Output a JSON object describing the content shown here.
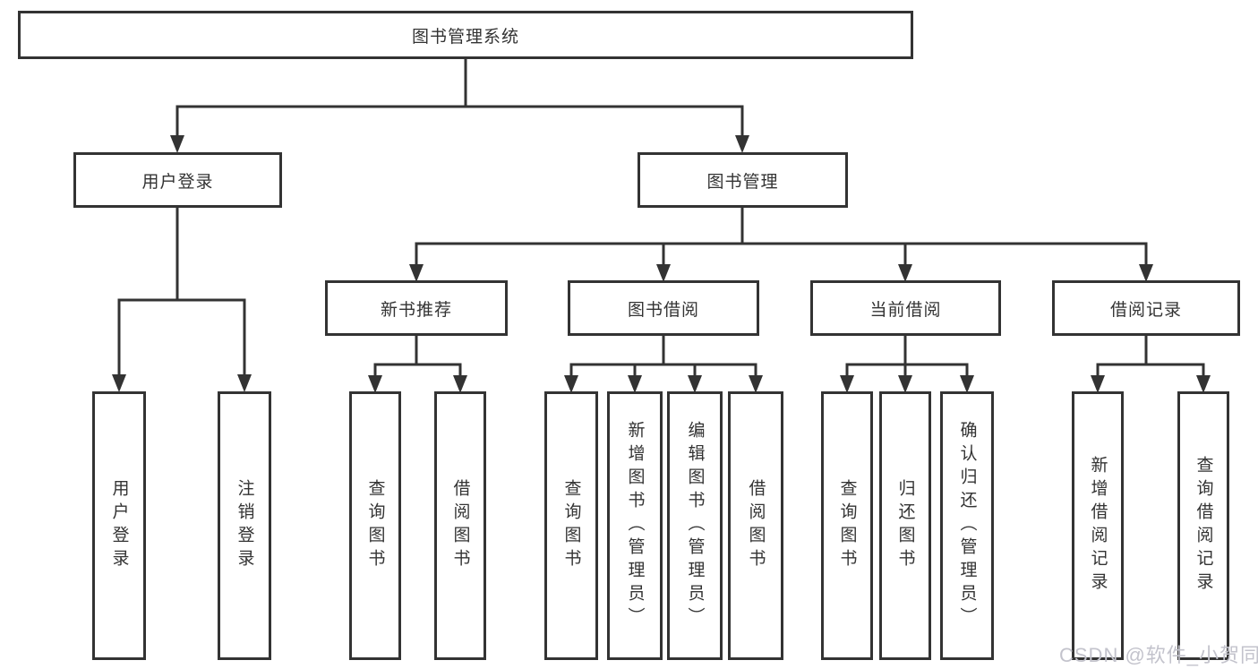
{
  "diagram": {
    "root": "图书管理系统",
    "branches": [
      {
        "label": "用户登录",
        "children": [
          "用户登录",
          "注销登录"
        ]
      },
      {
        "label": "图书管理",
        "children": [
          {
            "label": "新书推荐",
            "children": [
              "查询图书",
              "借阅图书"
            ]
          },
          {
            "label": "图书借阅",
            "children": [
              "查询图书",
              "新增图书（管理员）",
              "编辑图书（管理员）",
              "借阅图书"
            ]
          },
          {
            "label": "当前借阅",
            "children": [
              "查询图书",
              "归还图书",
              "确认归还（管理员）"
            ]
          },
          {
            "label": "借阅记录",
            "children": [
              "新增借阅记录",
              "查询借阅记录"
            ]
          }
        ]
      }
    ]
  },
  "watermark": "CSDN @软件_小贺同学",
  "colors": {
    "line": "#333333",
    "text": "#333333",
    "box_background": "#ffffff",
    "page_background": "#ffffff",
    "watermark": "#c3c3cc"
  }
}
